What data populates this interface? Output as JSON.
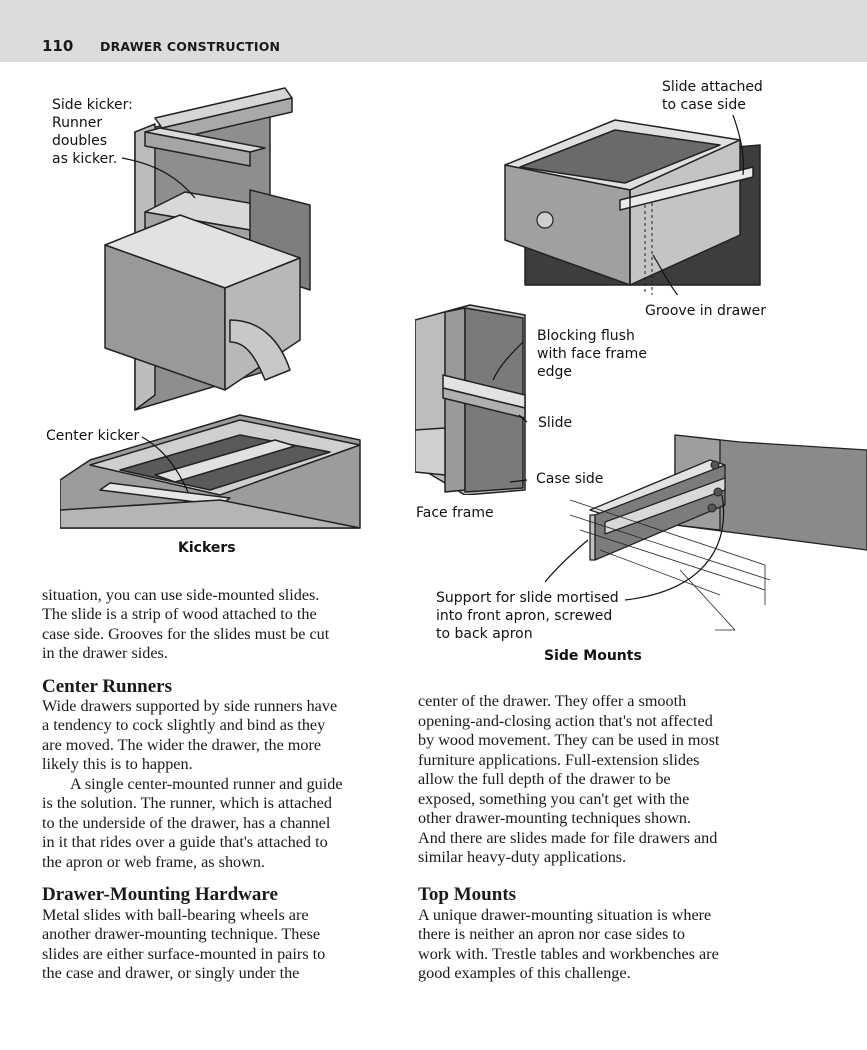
{
  "header": {
    "page_number": "110",
    "section": "DRAWER CONSTRUCTION"
  },
  "figures": {
    "kickers": {
      "side_kicker_label": [
        "Side kicker:",
        "Runner",
        "doubles",
        "as kicker."
      ],
      "center_kicker_label": "Center kicker",
      "caption": "Kickers"
    },
    "side_mounts": {
      "slide_attached_label": [
        "Slide attached",
        "to case side"
      ],
      "groove_label": "Groove in drawer",
      "blocking_label": [
        "Blocking flush",
        "with face frame",
        "edge"
      ],
      "slide_label": "Slide",
      "case_side_label": "Case side",
      "face_frame_label": "Face frame",
      "support_label": [
        "Support for slide mortised",
        "into front apron, screwed",
        "to back apron"
      ],
      "caption": "Side Mounts"
    }
  },
  "body": {
    "col1_intro": [
      "situation, you can use side-mounted slides.",
      "The slide is a strip of wood attached to the",
      "case side. Grooves for the slides must be cut",
      "in the drawer sides."
    ],
    "center_runners": {
      "heading": "Center Runners",
      "para1": [
        "Wide drawers supported by side runners have",
        "a tendency to cock slightly and bind as they",
        "are moved. The wider the drawer, the more",
        "likely this is to happen."
      ],
      "para2": [
        "A single center-mounted runner and guide",
        "is the solution. The runner, which is attached",
        "to the underside of the drawer, has a channel",
        "in it that rides over a guide that's attached to",
        "the apron or web frame, as shown."
      ]
    },
    "hardware": {
      "heading": "Drawer-Mounting Hardware",
      "para": [
        "Metal slides with ball-bearing wheels are",
        "another drawer-mounting technique. These",
        "slides are either surface-mounted in pairs to",
        "the case and drawer, or singly under the"
      ]
    },
    "col2_para": [
      "center of the drawer. They offer a smooth",
      "opening-and-closing action that's not affected",
      "by wood movement. They can be used in most",
      "furniture applications. Full-extension slides",
      "allow the full depth of the drawer to be",
      "exposed, something you can't get with the",
      "other drawer-mounting techniques shown.",
      "And there are slides made for file drawers and",
      "similar heavy-duty applications."
    ],
    "top_mounts": {
      "heading": "Top Mounts",
      "para": [
        "A unique drawer-mounting situation is where",
        "there is neither an apron nor case sides to",
        "work with. Trestle tables and workbenches are",
        "good examples of this challenge."
      ]
    }
  }
}
